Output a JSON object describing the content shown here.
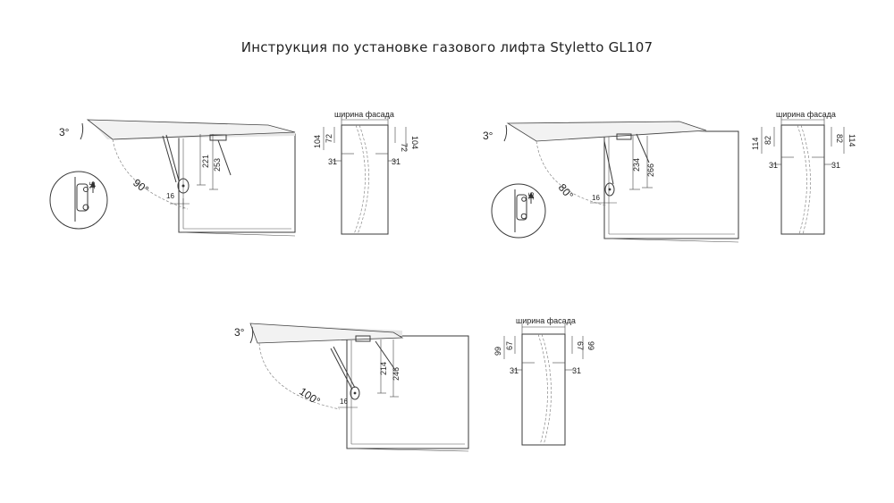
{
  "title": "Инструкция  по установке газового лифта Styletto GL107",
  "diagrams": [
    {
      "tilt": "3°",
      "angle": "90°",
      "dims": [
        "253",
        "221",
        "16"
      ],
      "inset_arrow": "15",
      "front": {
        "label": "ширина фасада",
        "outer": "104",
        "inner": "72",
        "side": "31"
      }
    },
    {
      "tilt": "3°",
      "angle": "80°",
      "dims": [
        "266",
        "234",
        "16"
      ],
      "inset_arrow": "15",
      "front": {
        "label": "ширина фасада",
        "outer": "114",
        "inner": "82",
        "side": "31"
      }
    },
    {
      "tilt": "3°",
      "angle": "100°",
      "dims": [
        "246",
        "214",
        "16"
      ],
      "front": {
        "label": "ширина фасада",
        "outer": "99",
        "inner": "67",
        "side": "31"
      }
    }
  ]
}
